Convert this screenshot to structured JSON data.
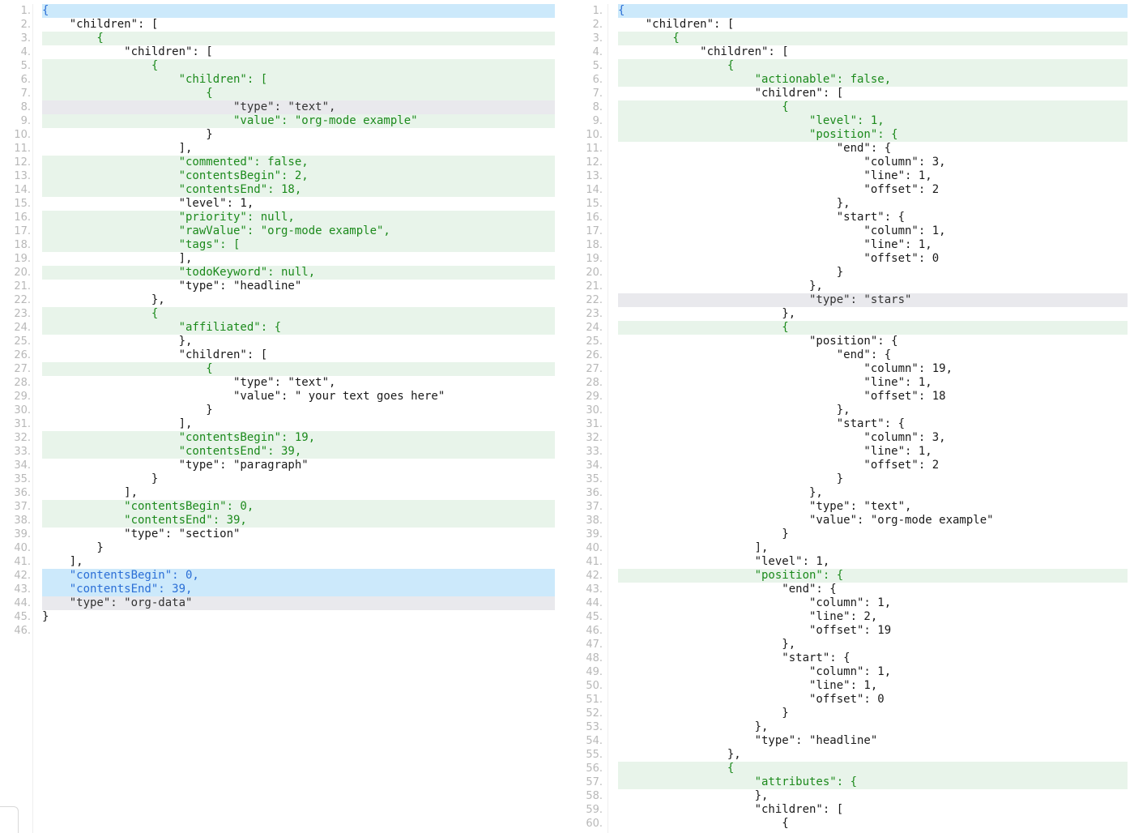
{
  "left": {
    "lines": [
      {
        "n": "1.",
        "t": "{",
        "s": "sel"
      },
      {
        "n": "2.",
        "t": "    \"children\": [",
        "s": ""
      },
      {
        "n": "3.",
        "t": "        {",
        "s": "added"
      },
      {
        "n": "4.",
        "t": "            \"children\": [",
        "s": ""
      },
      {
        "n": "5.",
        "t": "                {",
        "s": "added"
      },
      {
        "n": "6.",
        "t": "                    \"children\": [",
        "s": "added"
      },
      {
        "n": "7.",
        "t": "                        {",
        "s": "added"
      },
      {
        "n": "8.",
        "t": "                            \"type\": \"text\",",
        "s": "moved"
      },
      {
        "n": "9.",
        "t": "                            \"value\": \"org-mode example\"",
        "s": "added"
      },
      {
        "n": "10.",
        "t": "                        }",
        "s": ""
      },
      {
        "n": "11.",
        "t": "                    ],",
        "s": ""
      },
      {
        "n": "12.",
        "t": "                    \"commented\": false,",
        "s": "added"
      },
      {
        "n": "13.",
        "t": "                    \"contentsBegin\": 2,",
        "s": "added"
      },
      {
        "n": "14.",
        "t": "                    \"contentsEnd\": 18,",
        "s": "added"
      },
      {
        "n": "15.",
        "t": "                    \"level\": 1,",
        "s": ""
      },
      {
        "n": "16.",
        "t": "                    \"priority\": null,",
        "s": "added"
      },
      {
        "n": "17.",
        "t": "                    \"rawValue\": \"org-mode example\",",
        "s": "added"
      },
      {
        "n": "18.",
        "t": "                    \"tags\": [",
        "s": "added"
      },
      {
        "n": "19.",
        "t": "                    ],",
        "s": ""
      },
      {
        "n": "20.",
        "t": "                    \"todoKeyword\": null,",
        "s": "added"
      },
      {
        "n": "21.",
        "t": "                    \"type\": \"headline\"",
        "s": ""
      },
      {
        "n": "22.",
        "t": "                },",
        "s": ""
      },
      {
        "n": "23.",
        "t": "                {",
        "s": "added"
      },
      {
        "n": "24.",
        "t": "                    \"affiliated\": {",
        "s": "added"
      },
      {
        "n": "25.",
        "t": "                    },",
        "s": ""
      },
      {
        "n": "26.",
        "t": "                    \"children\": [",
        "s": ""
      },
      {
        "n": "27.",
        "t": "                        {",
        "s": "added"
      },
      {
        "n": "28.",
        "t": "                            \"type\": \"text\",",
        "s": ""
      },
      {
        "n": "29.",
        "t": "                            \"value\": \" your text goes here\"",
        "s": ""
      },
      {
        "n": "30.",
        "t": "                        }",
        "s": ""
      },
      {
        "n": "31.",
        "t": "                    ],",
        "s": ""
      },
      {
        "n": "32.",
        "t": "                    \"contentsBegin\": 19,",
        "s": "added"
      },
      {
        "n": "33.",
        "t": "                    \"contentsEnd\": 39,",
        "s": "added"
      },
      {
        "n": "34.",
        "t": "                    \"type\": \"paragraph\"",
        "s": ""
      },
      {
        "n": "35.",
        "t": "                }",
        "s": ""
      },
      {
        "n": "36.",
        "t": "            ],",
        "s": ""
      },
      {
        "n": "37.",
        "t": "            \"contentsBegin\": 0,",
        "s": "added"
      },
      {
        "n": "38.",
        "t": "            \"contentsEnd\": 39,",
        "s": "added"
      },
      {
        "n": "39.",
        "t": "            \"type\": \"section\"",
        "s": ""
      },
      {
        "n": "40.",
        "t": "        }",
        "s": ""
      },
      {
        "n": "41.",
        "t": "    ],",
        "s": ""
      },
      {
        "n": "42.",
        "t": "    \"contentsBegin\": 0,",
        "s": "sel"
      },
      {
        "n": "43.",
        "t": "    \"contentsEnd\": 39,",
        "s": "sel"
      },
      {
        "n": "44.",
        "t": "    \"type\": \"org-data\"",
        "s": "moved"
      },
      {
        "n": "45.",
        "t": "}",
        "s": ""
      },
      {
        "n": "46.",
        "t": "",
        "s": ""
      }
    ]
  },
  "right": {
    "lines": [
      {
        "n": "1.",
        "t": "{",
        "s": "sel"
      },
      {
        "n": "2.",
        "t": "    \"children\": [",
        "s": ""
      },
      {
        "n": "3.",
        "t": "        {",
        "s": "added"
      },
      {
        "n": "4.",
        "t": "            \"children\": [",
        "s": ""
      },
      {
        "n": "5.",
        "t": "                {",
        "s": "added"
      },
      {
        "n": "6.",
        "t": "                    \"actionable\": false,",
        "s": "added"
      },
      {
        "n": "7.",
        "t": "                    \"children\": [",
        "s": ""
      },
      {
        "n": "8.",
        "t": "                        {",
        "s": "added"
      },
      {
        "n": "9.",
        "t": "                            \"level\": 1,",
        "s": "added"
      },
      {
        "n": "10.",
        "t": "                            \"position\": {",
        "s": "added"
      },
      {
        "n": "11.",
        "t": "                                \"end\": {",
        "s": ""
      },
      {
        "n": "12.",
        "t": "                                    \"column\": 3,",
        "s": ""
      },
      {
        "n": "13.",
        "t": "                                    \"line\": 1,",
        "s": ""
      },
      {
        "n": "14.",
        "t": "                                    \"offset\": 2",
        "s": ""
      },
      {
        "n": "15.",
        "t": "                                },",
        "s": ""
      },
      {
        "n": "16.",
        "t": "                                \"start\": {",
        "s": ""
      },
      {
        "n": "17.",
        "t": "                                    \"column\": 1,",
        "s": ""
      },
      {
        "n": "18.",
        "t": "                                    \"line\": 1,",
        "s": ""
      },
      {
        "n": "19.",
        "t": "                                    \"offset\": 0",
        "s": ""
      },
      {
        "n": "20.",
        "t": "                                }",
        "s": ""
      },
      {
        "n": "21.",
        "t": "                            },",
        "s": ""
      },
      {
        "n": "22.",
        "t": "                            \"type\": \"stars\"",
        "s": "moved"
      },
      {
        "n": "23.",
        "t": "                        },",
        "s": ""
      },
      {
        "n": "24.",
        "t": "                        {",
        "s": "added"
      },
      {
        "n": "25.",
        "t": "                            \"position\": {",
        "s": ""
      },
      {
        "n": "26.",
        "t": "                                \"end\": {",
        "s": ""
      },
      {
        "n": "27.",
        "t": "                                    \"column\": 19,",
        "s": ""
      },
      {
        "n": "28.",
        "t": "                                    \"line\": 1,",
        "s": ""
      },
      {
        "n": "29.",
        "t": "                                    \"offset\": 18",
        "s": ""
      },
      {
        "n": "30.",
        "t": "                                },",
        "s": ""
      },
      {
        "n": "31.",
        "t": "                                \"start\": {",
        "s": ""
      },
      {
        "n": "32.",
        "t": "                                    \"column\": 3,",
        "s": ""
      },
      {
        "n": "33.",
        "t": "                                    \"line\": 1,",
        "s": ""
      },
      {
        "n": "34.",
        "t": "                                    \"offset\": 2",
        "s": ""
      },
      {
        "n": "35.",
        "t": "                                }",
        "s": ""
      },
      {
        "n": "36.",
        "t": "                            },",
        "s": ""
      },
      {
        "n": "37.",
        "t": "                            \"type\": \"text\",",
        "s": ""
      },
      {
        "n": "38.",
        "t": "                            \"value\": \"org-mode example\"",
        "s": ""
      },
      {
        "n": "39.",
        "t": "                        }",
        "s": ""
      },
      {
        "n": "40.",
        "t": "                    ],",
        "s": ""
      },
      {
        "n": "41.",
        "t": "                    \"level\": 1,",
        "s": ""
      },
      {
        "n": "42.",
        "t": "                    \"position\": {",
        "s": "added"
      },
      {
        "n": "43.",
        "t": "                        \"end\": {",
        "s": ""
      },
      {
        "n": "44.",
        "t": "                            \"column\": 1,",
        "s": ""
      },
      {
        "n": "45.",
        "t": "                            \"line\": 2,",
        "s": ""
      },
      {
        "n": "46.",
        "t": "                            \"offset\": 19",
        "s": ""
      },
      {
        "n": "47.",
        "t": "                        },",
        "s": ""
      },
      {
        "n": "48.",
        "t": "                        \"start\": {",
        "s": ""
      },
      {
        "n": "49.",
        "t": "                            \"column\": 1,",
        "s": ""
      },
      {
        "n": "50.",
        "t": "                            \"line\": 1,",
        "s": ""
      },
      {
        "n": "51.",
        "t": "                            \"offset\": 0",
        "s": ""
      },
      {
        "n": "52.",
        "t": "                        }",
        "s": ""
      },
      {
        "n": "53.",
        "t": "                    },",
        "s": ""
      },
      {
        "n": "54.",
        "t": "                    \"type\": \"headline\"",
        "s": ""
      },
      {
        "n": "55.",
        "t": "                },",
        "s": ""
      },
      {
        "n": "56.",
        "t": "                {",
        "s": "added"
      },
      {
        "n": "57.",
        "t": "                    \"attributes\": {",
        "s": "added"
      },
      {
        "n": "58.",
        "t": "                    },",
        "s": ""
      },
      {
        "n": "59.",
        "t": "                    \"children\": [",
        "s": ""
      },
      {
        "n": "60.",
        "t": "                        {",
        "s": ""
      }
    ]
  },
  "colors": {
    "added_bg": "#e8f4ea",
    "added_text": "#1c8a1c",
    "selected_bg": "#cce9fb",
    "selected_text": "#2b6fd6",
    "moved_bg": "#e9e9ed"
  }
}
